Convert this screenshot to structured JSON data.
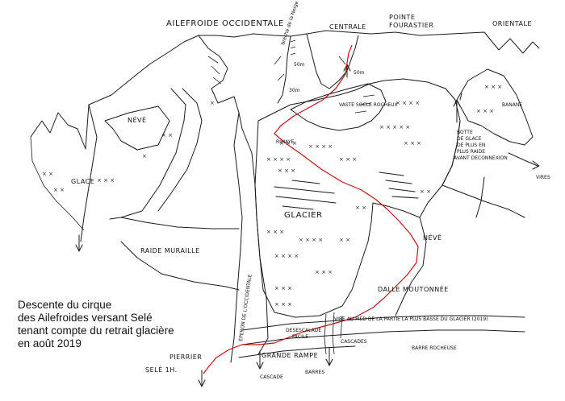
{
  "labels": {
    "ailefroide_occidentale": "AILEFROIDE OCCIDENTALE",
    "breche": "brèche de la Neige",
    "centrale": "CENTRALE",
    "pointe_fourastier_1": "POINTE",
    "pointe_fourastier_2": "FOURASTIER",
    "orientale": "ORIENTALE",
    "m50_a": "50m",
    "m50_b": "50m",
    "m30": "30m",
    "vaste_socle": "VASTE SOCLE ROCHEUX",
    "banane": "BANANE",
    "neve_left": "NÉVÉ",
    "glace": "GLACE",
    "rimaye": "RIMAYE",
    "goulotte_1": "BOTTE",
    "goulotte_2": "DE GLACE",
    "goulotte_3": "DE PLUS EN",
    "goulotte_4": "PLUS RAIDE",
    "goulotte_5": "AVANT DECONNEXION",
    "vires": "VIRES",
    "glacier": "GLACIER",
    "neve_right": "NÉVÉ",
    "raide_muraille": "RAIDE MURAILLE",
    "eperon": "ÉPERON DE L'OCCIDENTALE",
    "dalle": "DALLE MOUTONNÉE",
    "vire_pied": "VIRE AU PIED DE LA PARTIE LA PLUS BASSE DU GLACIER (2019)",
    "desescalade_1": "DESESCALADE",
    "desescalade_2": "FACILE",
    "cascades": "CASCADES",
    "barre_rocheuse": "BARRE ROCHEUSE",
    "grande_rampe": "GRANDE RAMPE",
    "cascade": "CASCADE",
    "barres": "BARRES",
    "pierrier": "PIERRIER",
    "sele": "SELÉ 1H."
  },
  "caption": {
    "line1": "Descente du cirque",
    "line2": "des Ailefroides versant Selé",
    "line3": "tenant compte du retrait glacière",
    "line4": "en août 2019"
  },
  "colors": {
    "ink": "#1a1a1a",
    "route": "#c0141a"
  }
}
